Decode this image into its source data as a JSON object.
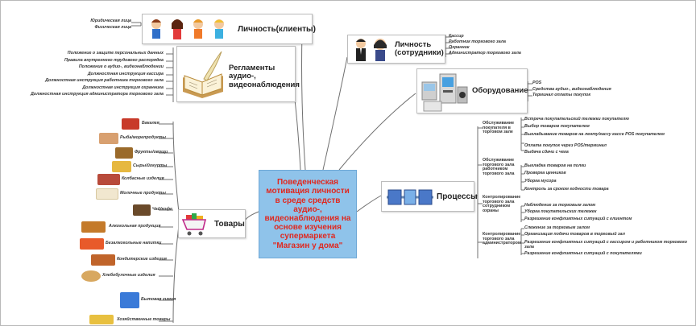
{
  "center": {
    "text": "Поведенческая мотивация личности в среде средств аудио-, видеонаблюдения на основе изучения супермаркета \"Магазин у дома\""
  },
  "branches": {
    "clients": {
      "label": "Личность(клиенты)",
      "leaves": [
        "Юридическая лица",
        "Физическая лица"
      ]
    },
    "regulations": {
      "label": "Регламенты аудио-, видеонаблюдения",
      "leaves": [
        "Положение о защите персональных данных",
        "Правила внутреннего трудового распорядка",
        "Положение о аудио-, видеонаблюдении",
        "Должностная инструкция кассира",
        "Должностная инструкция работника торгового зала",
        "Должностная инструкция охранника",
        "Должностная инструкция администратора торгового зала"
      ]
    },
    "goods": {
      "label": "Товары",
      "leaves": [
        "Бакалея",
        "Рыба/морепродукты",
        "Фрукты/овощи",
        "Сыры/йогурты",
        "Колбасные изделия",
        "Молочные продукты",
        "Чай/кофе",
        "Алкогольная продукция",
        "Безалкогольные напитки",
        "Кондитерские изделия",
        "Хлебобулочные изделия",
        "Бытовая химия",
        "Хозяйственные товары"
      ]
    },
    "staff": {
      "label": "Личность (сотрудники)",
      "leaves": [
        "Кассир",
        "Работник торгового зала",
        "Охранник",
        "Администратор торгового зала"
      ]
    },
    "equipment": {
      "label": "Оборудование",
      "leaves": [
        "POS",
        "Средства аудио-, видеонаблюдения",
        "Терминал оплаты покупок"
      ]
    },
    "processes": {
      "label": "Процессы",
      "groups": [
        {
          "label": "Обслуживание покупателя в торговом зале",
          "items": [
            "Встреча покупательский тележки покупателю",
            "Выбор товаров покупателем",
            "Выкладывание товаров на ленту/кассу кассе POS покупателем",
            "Оплата покупок через POS/терминал",
            "Выдача сдачи с чека"
          ]
        },
        {
          "label": "Обслуживание торгового зала работником торгового зала",
          "items": [
            "Выкладка товаров на полки",
            "Проверка ценников",
            "Уборка мусора",
            "Контроль за сроком годности товара"
          ]
        },
        {
          "label": "Контролирование торгового зала сотрудником охраны",
          "items": [
            "Наблюдение за торговым залом",
            "Уборка покупательских тележек",
            "Разрешение конфликтных ситуаций с клиентом"
          ]
        },
        {
          "label": "Контролирование торгового зала администратором",
          "items": [
            "Слежение за торговым залом",
            "Организация подачи товаров в торговый зал",
            "Разрешение конфликтных ситуаций с кассиром и работником торгового зала",
            "Разрешение конфликтных ситуаций с покупателями"
          ]
        }
      ]
    }
  },
  "colors": {
    "center_fill": "#8fc3ea",
    "center_text": "#e0281f",
    "line": "#6b6b6b"
  },
  "icons": [
    "children-icon",
    "book-quill-icon",
    "shopping-cart-icon",
    "staff-people-icon",
    "pos-terminal-icon",
    "process-flow-icon",
    "product-thumbnail-icon"
  ]
}
